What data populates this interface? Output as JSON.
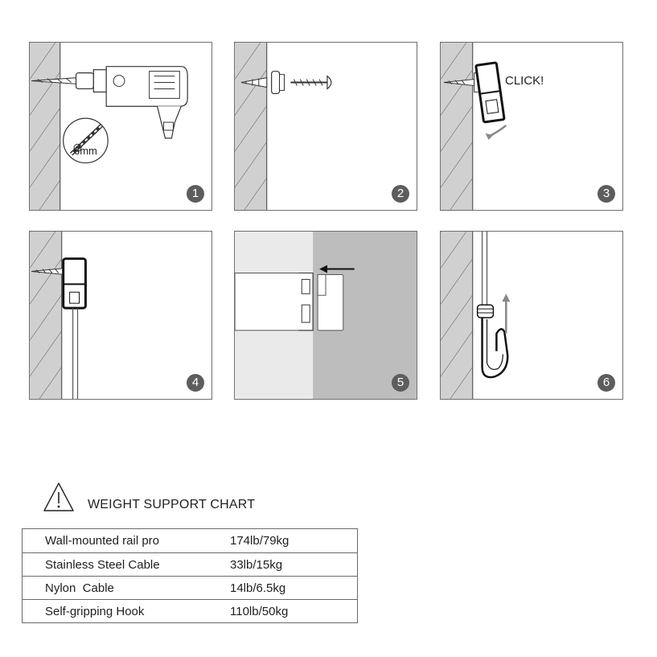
{
  "steps": [
    {
      "number": "1",
      "callout": "6mm"
    },
    {
      "number": "2"
    },
    {
      "number": "3",
      "callout": "CLICK!"
    },
    {
      "number": "4"
    },
    {
      "number": "5"
    },
    {
      "number": "6"
    }
  ],
  "chart": {
    "title": "WEIGHT SUPPORT CHART",
    "icon": "warning-triangle-icon",
    "rows": [
      {
        "item": "Wall-mounted rail pro",
        "weight": "174lb/79kg"
      },
      {
        "item": "Stainless Steel Cable",
        "weight": "33lb/15kg"
      },
      {
        "item": "Nylon  Cable",
        "weight": "14lb/6.5kg"
      },
      {
        "item": "Self-gripping Hook",
        "weight": "110lb/50kg"
      }
    ]
  },
  "colors": {
    "outline": "#6f6f6f",
    "badge": "#5d5d5d",
    "panel5_light": "#eaeaea",
    "panel5_dark": "#bdbdbd"
  }
}
